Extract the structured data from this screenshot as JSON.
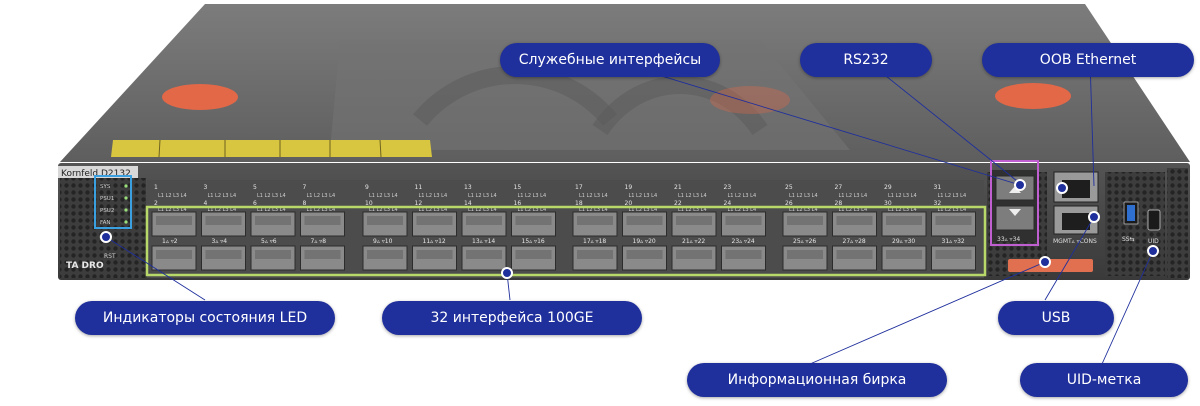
{
  "device": {
    "model_label": "Kornfeld D2132",
    "status_leds": [
      "SYS",
      "PSU1",
      "PSU2",
      "FAN"
    ],
    "reset_label": "RST",
    "logo_text": "TA DRO",
    "port_numbers_top": [
      "1",
      "3",
      "5",
      "7",
      "9",
      "11",
      "13",
      "15",
      "17",
      "19",
      "21",
      "23",
      "25",
      "27",
      "29",
      "31"
    ],
    "port_numbers_bottom": [
      "2",
      "4",
      "6",
      "8",
      "10",
      "12",
      "14",
      "16",
      "18",
      "20",
      "22",
      "24",
      "26",
      "28",
      "30",
      "32"
    ],
    "lane_label": "L1 L2 L3 L4",
    "port_pair_labels": [
      "1▵ ▿2",
      "3▵ ▿4",
      "5▵ ▿6",
      "7▵ ▿8",
      "9▵ ▿10",
      "11▵ ▿12",
      "13▵ ▿14",
      "15▵ ▿16",
      "17▵ ▿18",
      "19▵ ▿20",
      "21▵ ▿22",
      "23▵ ▿24",
      "25▵ ▿26",
      "27▵ ▿28",
      "29▵ ▿30",
      "31▵ ▿32"
    ],
    "service_port_label": "33▵ ▿34",
    "mgmt_label": "MGMT▵ ▿CONS",
    "usb_label": "SS⇆",
    "uid_label": "UID"
  },
  "callouts": {
    "service_interfaces": "Служебные интерфейсы",
    "rs232": "RS232",
    "oob_ethernet": "OOB Ethernet",
    "led_indicators": "Индикаторы состояния LED",
    "ports_100ge": "32 интерфейса 100GE",
    "usb": "USB",
    "info_tag": "Информационная бирка",
    "uid": "UID-метка"
  },
  "colors": {
    "callout_fill": "#1f2f9c",
    "ports_highlight": "#b8d96a",
    "led_highlight": "#3aa0e0",
    "service_highlight": "#c060d0",
    "chassis": "#6e6e6e",
    "front_panel": "#4a4a4a"
  }
}
